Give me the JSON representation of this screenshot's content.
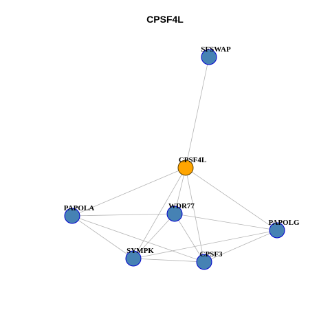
{
  "title": "CPSF4L",
  "colors": {
    "node_fill": "#4682B4",
    "node_stroke": "#0000CD",
    "focus_fill": "#FFA500",
    "focus_stroke": "#5a3d00",
    "edge": "#b3b3b3"
  },
  "nodes": [
    {
      "id": "SFSWAP",
      "label": "SFSWAP",
      "focus": false
    },
    {
      "id": "CPSF4L",
      "label": "CPSF4L",
      "focus": true
    },
    {
      "id": "PAPOLA",
      "label": "PAPOLA",
      "focus": false
    },
    {
      "id": "WDR77",
      "label": "WDR77",
      "focus": false
    },
    {
      "id": "PAPOLG",
      "label": "PAPOLG",
      "focus": false
    },
    {
      "id": "SYMPK",
      "label": "SYMPK",
      "focus": false
    },
    {
      "id": "CPSF3",
      "label": "CPSF3",
      "focus": false
    }
  ],
  "edges": [
    [
      "SFSWAP",
      "CPSF4L"
    ],
    [
      "CPSF4L",
      "PAPOLA"
    ],
    [
      "CPSF4L",
      "WDR77"
    ],
    [
      "CPSF4L",
      "PAPOLG"
    ],
    [
      "CPSF4L",
      "SYMPK"
    ],
    [
      "CPSF4L",
      "CPSF3"
    ],
    [
      "PAPOLA",
      "WDR77"
    ],
    [
      "PAPOLA",
      "SYMPK"
    ],
    [
      "PAPOLA",
      "CPSF3"
    ],
    [
      "WDR77",
      "PAPOLG"
    ],
    [
      "WDR77",
      "SYMPK"
    ],
    [
      "WDR77",
      "CPSF3"
    ],
    [
      "PAPOLG",
      "SYMPK"
    ],
    [
      "PAPOLG",
      "CPSF3"
    ],
    [
      "SYMPK",
      "CPSF3"
    ]
  ]
}
